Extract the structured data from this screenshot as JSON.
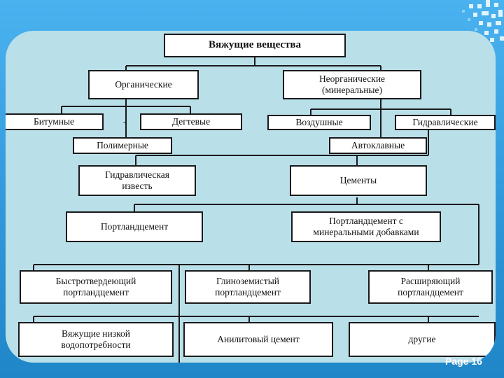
{
  "diagram": {
    "root": "Вяжущие вещества",
    "organic": "Органические",
    "inorganic": "Неорганические\n(минеральные)",
    "bitumen": "Битумные",
    "tar": "Дегтевые",
    "polymer": "Полимерные",
    "air": "Воздушные",
    "hydraulic": "Гидравлические",
    "autoclave": "Автоклавные",
    "hydraulic_lime": "Гидравлическая\nизвесть",
    "cements": "Цементы",
    "portland": "Портландцемент",
    "portland_mineral": "Портландцемент с\nминеральными добавками",
    "fast_hardening": "Быстротвердеющий\nпортландцемент",
    "alumina": "Глиноземистый\nпортландцемент",
    "expanding": "Расширяющий\nпортландцемент",
    "low_water": "Вяжущие низкой\nводопотребности",
    "anhydrite": "Анилитовый цемент",
    "other": "другие",
    "stray_mark": "-"
  },
  "footer": {
    "page": "Page 16"
  },
  "colors": {
    "background": "#3aa3e3",
    "card": "#b9dfe9",
    "box": "#ffffff",
    "line": "#1a1a1a"
  }
}
